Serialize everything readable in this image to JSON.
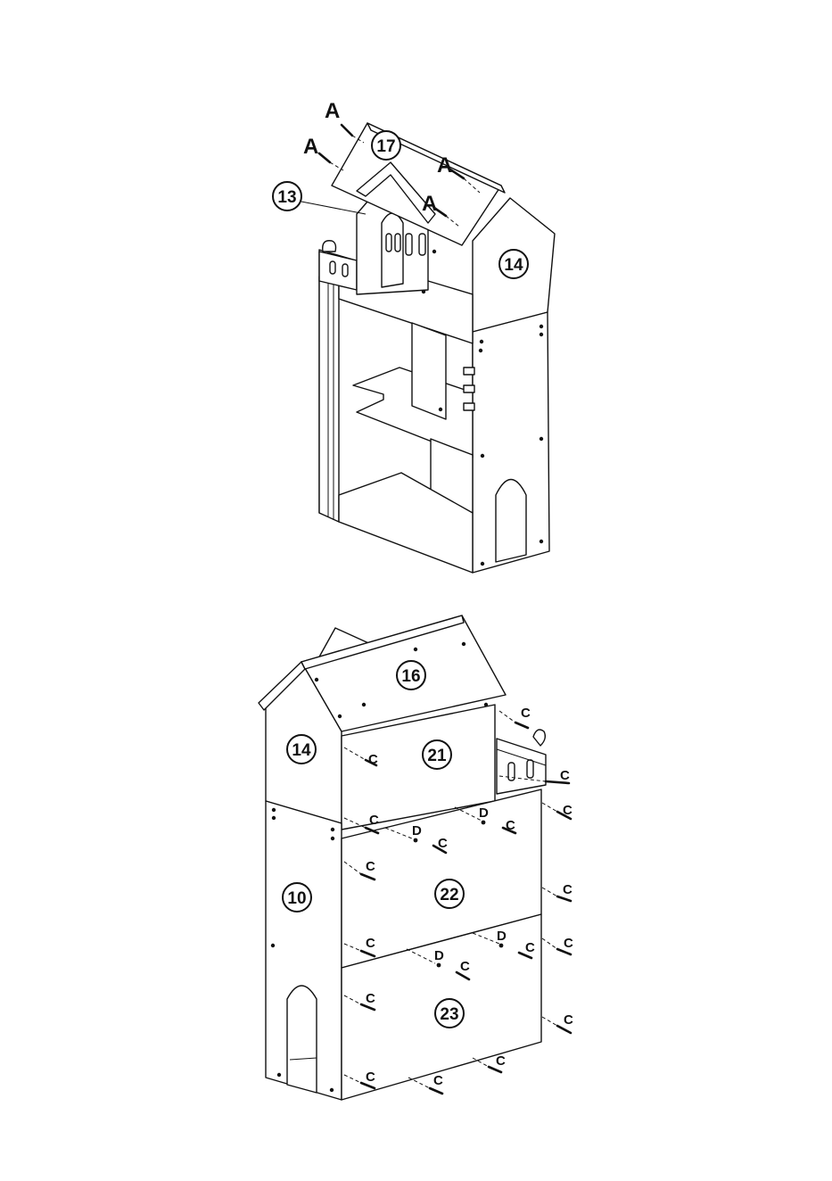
{
  "figure_top": {
    "parts": {
      "p17": "17",
      "p13": "13",
      "p14": "14"
    },
    "hardware": {
      "a": "A"
    }
  },
  "figure_bottom": {
    "parts": {
      "p16": "16",
      "p14": "14",
      "p21": "21",
      "p10": "10",
      "p22": "22",
      "p23": "23"
    },
    "hardware": {
      "c": "C",
      "d": "D"
    }
  }
}
